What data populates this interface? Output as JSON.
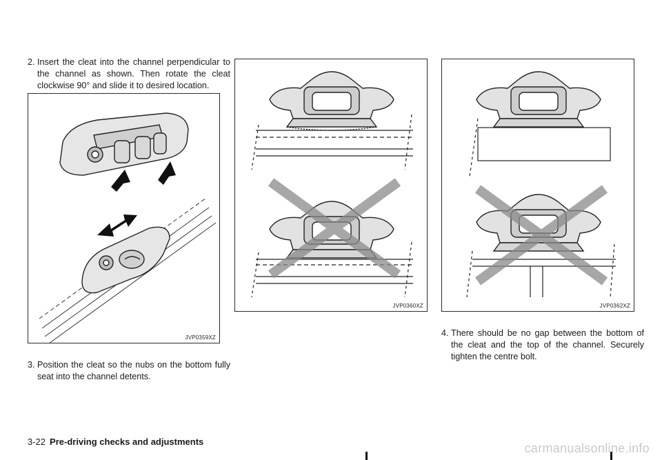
{
  "steps": [
    {
      "number": "2.",
      "text": "Insert the cleat into the channel perpendicular to the channel as shown. Then rotate the cleat clockwise 90° and slide it to desired location."
    },
    {
      "number": "3.",
      "text": "Position the cleat so the nubs on the bottom fully seat into the channel detents."
    },
    {
      "number": "4.",
      "text": "There should be no gap between the bottom of the cleat and the top of the channel. Securely tighten the centre bolt."
    }
  ],
  "figures": [
    {
      "code": "JVP0359XZ"
    },
    {
      "code": "JVP0360XZ"
    },
    {
      "code": "JVP0362XZ"
    }
  ],
  "footer": {
    "page": "3-22",
    "section": "Pre-driving checks and adjustments"
  },
  "watermark": "carmanualsonline.info"
}
